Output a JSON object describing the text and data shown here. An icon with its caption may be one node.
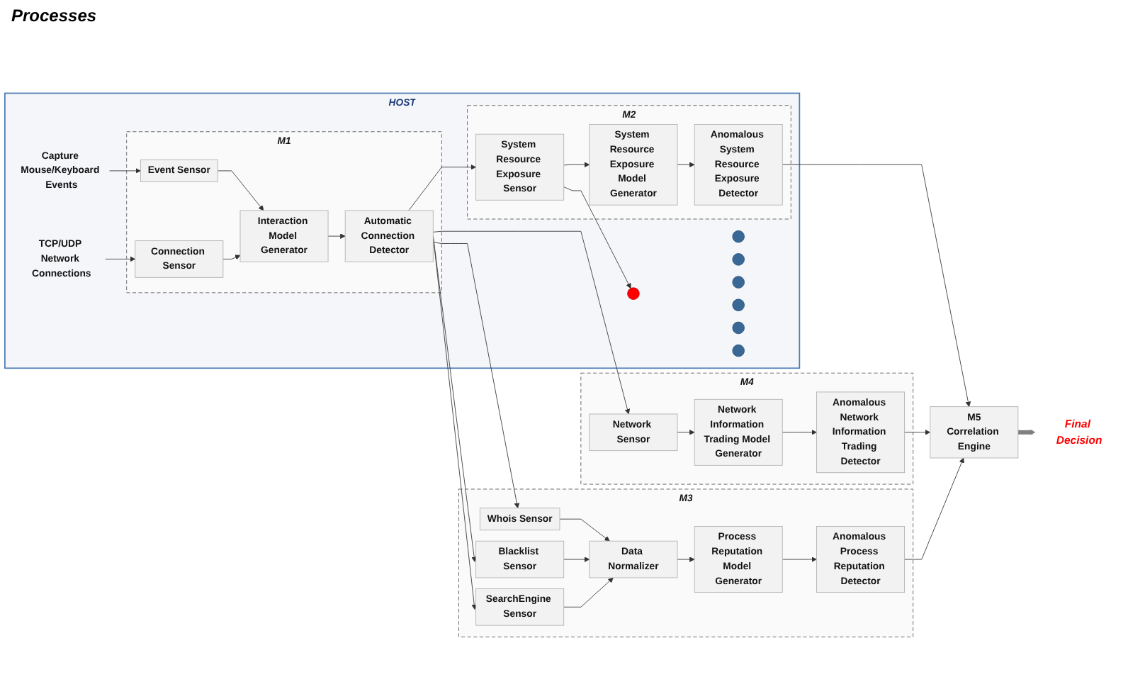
{
  "diagram": {
    "nodes": [
      {
        "text": [
          "HOST"
        ]
      },
      {
        "text": [
          "M2"
        ],
        "in": 0
      },
      {
        "text": [
          "Anomalous System Resource Exposure Detector"
        ],
        "in": 1
      },
      {
        "text": [
          "System Resource Exposure Model Generator"
        ],
        "in": 1
      },
      {
        "text": [
          "System Resource Exposure Sensor"
        ],
        "in": 1
      },
      {
        "text": [],
        "shape": "circle",
        "in": 0
      },
      {
        "text": [],
        "shape": "circle",
        "in": 0
      },
      {
        "text": [],
        "shape": "circle",
        "in": 0
      },
      {
        "text": [],
        "shape": "circle",
        "in": 0
      },
      {
        "text": [],
        "shape": "circle",
        "in": 0
      },
      {
        "text": [],
        "shape": "circle",
        "in": 0
      },
      {
        "text": [],
        "shape": "circle",
        "in": 0
      },
      {
        "text": [
          "M1"
        ],
        "in": 0
      },
      {
        "text": [
          "Automatic Connection Detector"
        ],
        "in": 12
      },
      {
        "text": [
          "Interaction Model Generator"
        ],
        "in": 12
      },
      {
        "text": [
          "Event Sensor"
        ],
        "in": 12
      },
      {
        "text": [
          "Connection Sensor"
        ],
        "in": 12
      },
      {
        "text": [
          "Capture Mouse/Keyboard Events"
        ],
        "in": 0
      },
      {
        "text": [
          "TCP/UDP Network Connections"
        ],
        "in": 0
      },
      {
        "text": [
          "Final Decision"
        ]
      },
      {
        "text": [
          "M5",
          "Correlation Engine"
        ]
      },
      {
        "text": [
          "M4"
        ]
      },
      {
        "text": [
          "Anomalous Network Information Trading Detector"
        ],
        "in": 21
      },
      {
        "text": [
          "Network Sensor"
        ],
        "in": 21
      },
      {
        "text": [
          "Network Information Trading Model Generator"
        ],
        "in": 21
      },
      {
        "text": [
          "M3"
        ]
      },
      {
        "text": [
          "Anomalous Process Reputation Detector"
        ],
        "in": 25
      },
      {
        "text": [
          "Process Reputation Model Generator"
        ],
        "in": 25
      },
      {
        "text": [
          "Whois Sensor"
        ],
        "in": 25
      },
      {
        "text": [
          "Blacklist Sensor"
        ],
        "in": 25
      },
      {
        "text": [
          "SearchEngine Sensor"
        ],
        "in": 25
      },
      {
        "text": [
          "Data Normalizer"
        ],
        "in": 25
      }
    ],
    "edges": [
      {
        "from": 15,
        "to": 14,
        "arrow": "to"
      },
      {
        "from": 16,
        "to": 14,
        "arrow": "to"
      },
      {
        "from": 14,
        "to": 13,
        "arrow": "to"
      },
      {
        "from": 13,
        "to": 4,
        "arrow": "to"
      },
      {
        "from": 4,
        "to": 3,
        "arrow": "to"
      },
      {
        "from": 3,
        "to": 2,
        "arrow": "to"
      },
      {
        "from": 2,
        "to": 20,
        "arrow": "to"
      },
      {
        "from": 4,
        "to": 11,
        "arrow": "to"
      },
      {
        "from": 17,
        "to": 15,
        "arrow": "to"
      },
      {
        "from": 18,
        "to": 16,
        "arrow": "to"
      },
      {
        "from": 13,
        "to": 23,
        "arrow": "to"
      },
      {
        "from": 13,
        "to": 28,
        "arrow": "to"
      },
      {
        "from": 13,
        "to": 29,
        "arrow": "to"
      },
      {
        "from": 13,
        "to": 30,
        "arrow": "to"
      },
      {
        "from": 23,
        "to": 24,
        "arrow": "to"
      },
      {
        "from": 24,
        "to": 22,
        "arrow": "to"
      },
      {
        "from": 22,
        "to": 20,
        "arrow": "to"
      },
      {
        "from": 28,
        "to": 31,
        "arrow": "to"
      },
      {
        "from": 29,
        "to": 31,
        "arrow": "to"
      },
      {
        "from": 30,
        "to": 31,
        "arrow": "to"
      },
      {
        "from": 31,
        "to": 27,
        "arrow": "to"
      },
      {
        "from": 27,
        "to": 26,
        "arrow": "to"
      },
      {
        "from": 26,
        "to": 20,
        "arrow": "to"
      },
      {
        "from": 20,
        "to": 19,
        "arrow": "to",
        "style": "thick",
        "color": "#808080"
      }
    ],
    "labels": [
      "Processes"
    ]
  }
}
